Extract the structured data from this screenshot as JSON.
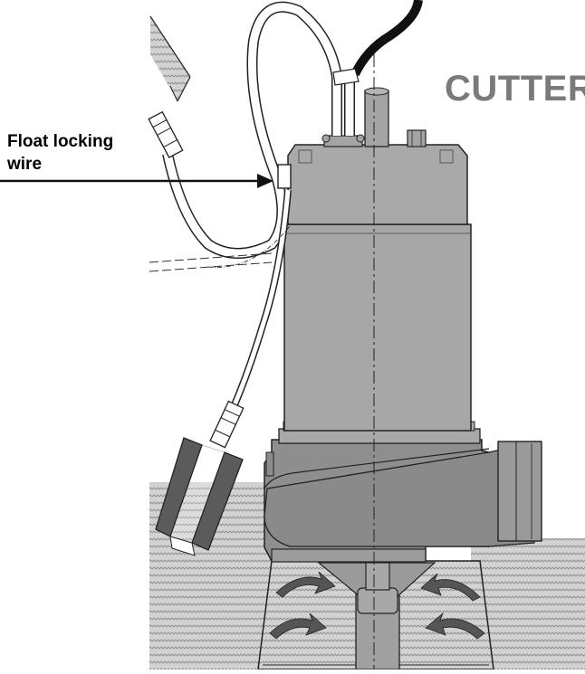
{
  "diagram": {
    "title": "CUTTER",
    "callout": {
      "line1": "Float locking",
      "line2": "wire"
    }
  },
  "colors": {
    "title": "#7a7a7a",
    "pump_body": "#a6a6a6",
    "pump_dark": "#8a8a8a",
    "base": "#969696",
    "float": "#5e5e5e",
    "hatch_bg": "#cfcfcf",
    "arrow": "#555555"
  },
  "icons": {
    "flow_arrows": "curved-arrow-icon"
  }
}
